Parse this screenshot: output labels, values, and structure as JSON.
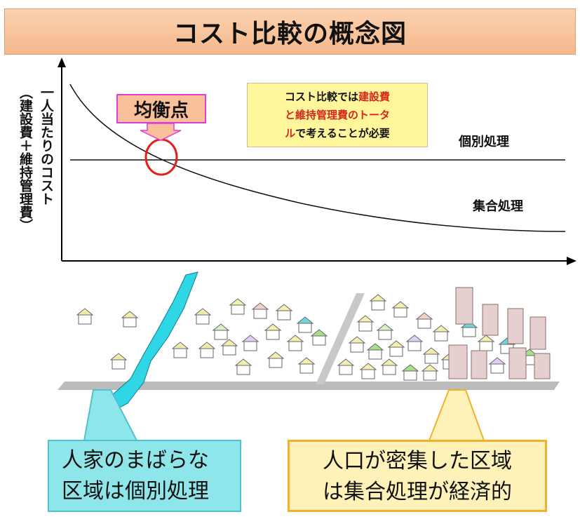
{
  "title": "コスト比較の概念図",
  "y_axis": {
    "line1": "一人当たりのコスト",
    "line2": "（建設費＋維持管理費）"
  },
  "balance_point": "均衡点",
  "note": {
    "part1": "コスト比較では",
    "part2_red": "建設費",
    "part3_red": "と維持管理費のトータ",
    "part4_red": "ル",
    "part5": "で考えることが必要"
  },
  "curves": {
    "individual": "個別処理",
    "collective": "集合処理"
  },
  "bottom_left": {
    "line1": "人家のまばらな",
    "line2": "区域は個別処理"
  },
  "bottom_right": {
    "line1": "人口が密集した区域",
    "line2": "は集合処理が経済的"
  },
  "colors": {
    "title_bg": "#f7c39a",
    "balance_border": "#e23bd8",
    "circle": "#e0201a",
    "note_bg": "#fff59a",
    "river": "#2fd6e6",
    "callout_left": "#8fe6ea",
    "callout_right": "#fff2b8"
  }
}
